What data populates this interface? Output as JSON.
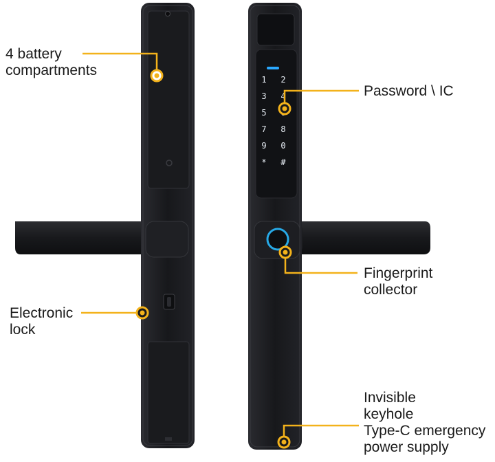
{
  "callouts": {
    "battery": {
      "lines": [
        "4 battery",
        "compartments"
      ]
    },
    "password": {
      "lines": [
        "Password \\ IC"
      ]
    },
    "fingerprint": {
      "lines": [
        "Fingerprint",
        "collector"
      ]
    },
    "electronic_lock": {
      "lines": [
        "Electronic",
        "lock"
      ]
    },
    "keyhole": {
      "lines": [
        "Invisible",
        "keyhole",
        "Type-C emergency",
        "power supply"
      ]
    }
  },
  "keypad": {
    "keys": [
      "1",
      "2",
      "3",
      "4",
      "5",
      "6",
      "7",
      "8",
      "9",
      "0",
      "*",
      "#"
    ]
  },
  "colors": {
    "callout_line": "#f3b21b",
    "callout_dot_ring": "#f3b21b",
    "body": "#1b1c1f",
    "body_edge": "#3a3b40",
    "keypad_light": "#2aa8ff",
    "fingerprint_ring": "#27a9e6",
    "text": "#1a1a1a"
  }
}
